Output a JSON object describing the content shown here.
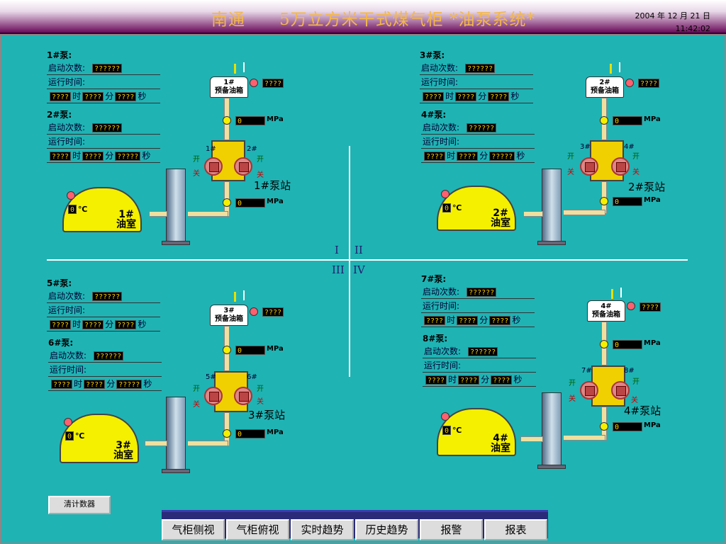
{
  "header": {
    "title": "南通　　5万立方米干式煤气柜 *油泵系统*",
    "date": "2004  年  12  月 21  日",
    "time": "11:42:02"
  },
  "labels": {
    "starts": "启动次数",
    "runtime": "运行时间",
    "hour": "时",
    "minute": "分",
    "second": "秒",
    "reserve_tank_line2": "预备油箱",
    "mpa": "MPa",
    "celsius": "℃",
    "open": "开",
    "close": "关",
    "room": "油室"
  },
  "display": {
    "placeholder6": "??????",
    "placeholder4": "????",
    "placeholder5": "?????",
    "zero": "0"
  },
  "quadrants": [
    "I",
    "II",
    "III",
    "IV"
  ],
  "pumps": [
    {
      "name": "1#泵:"
    },
    {
      "name": "2#泵:"
    },
    {
      "name": "3#泵:"
    },
    {
      "name": "4#泵:"
    },
    {
      "name": "5#泵:"
    },
    {
      "name": "6#泵:"
    },
    {
      "name": "7#泵:"
    },
    {
      "name": "8#泵:"
    }
  ],
  "stations": [
    {
      "station": "1#泵站",
      "reserve": "1#",
      "room": "1#",
      "pumpA": "1#",
      "pumpB": "2#"
    },
    {
      "station": "2#泵站",
      "reserve": "2#",
      "room": "2#",
      "pumpA": "3#",
      "pumpB": "4#"
    },
    {
      "station": "3#泵站",
      "reserve": "3#",
      "room": "3#",
      "pumpA": "5#",
      "pumpB": "6#"
    },
    {
      "station": "4#泵站",
      "reserve": "4#",
      "room": "4#",
      "pumpA": "7#",
      "pumpB": "8#"
    }
  ],
  "buttons": {
    "reset": "清计数器"
  },
  "nav": [
    "气柜侧视",
    "气柜俯视",
    "实时趋势",
    "历史趋势",
    "报警",
    "报表"
  ]
}
